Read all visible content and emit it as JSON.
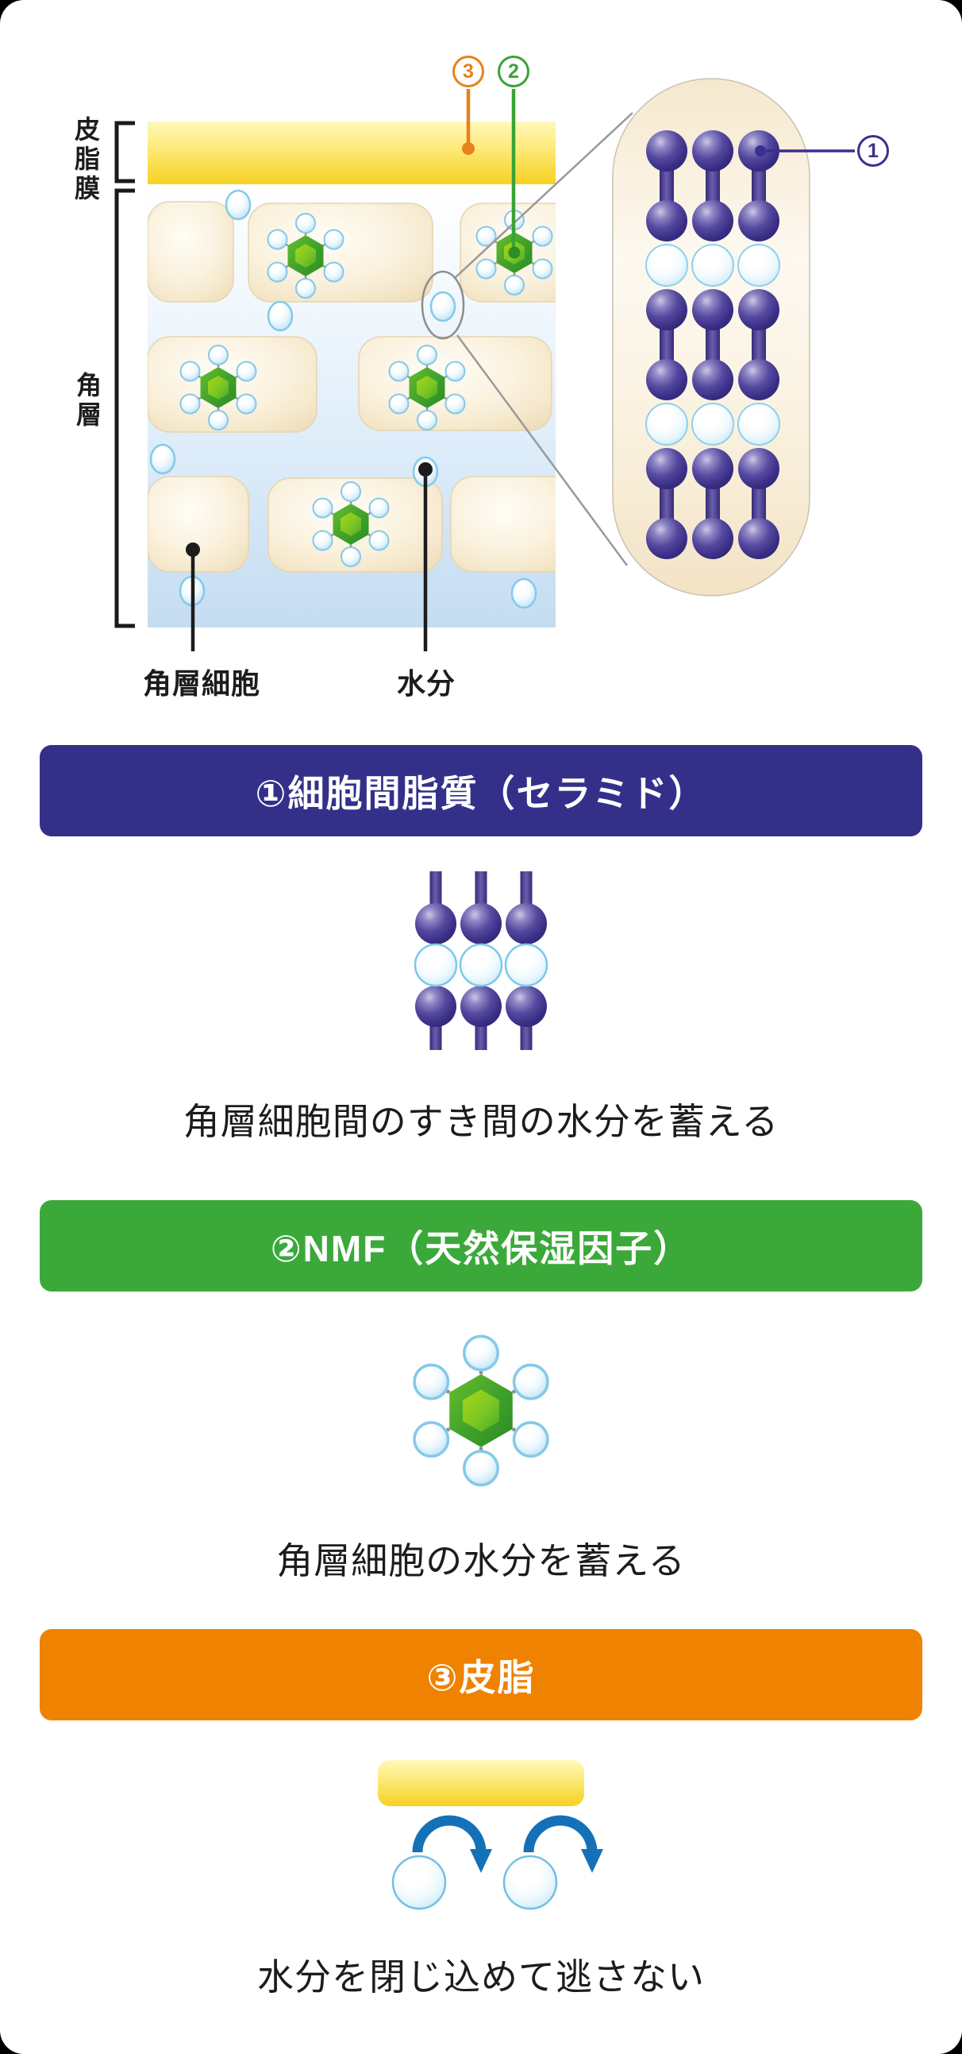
{
  "diagram": {
    "labels": {
      "sebum_film": "皮脂膜",
      "stratum_corneum": "角層",
      "corneocyte": "角層細胞",
      "moisture": "水分"
    },
    "callouts": {
      "c1": "1",
      "c2": "2",
      "c3": "3"
    }
  },
  "sections": [
    {
      "banner": "①細胞間脂質（セラミド）",
      "description": "角層細胞間のすき間の水分を蓄える"
    },
    {
      "banner": "②NMF（天然保湿因子）",
      "description": "角層細胞の水分を蓄える"
    },
    {
      "banner": "③皮脂",
      "description": "水分を閉じ込めて逃さない"
    }
  ],
  "colors": {
    "ceramide_banner": "#34308a",
    "nmf_banner": "#3ba93a",
    "sebum_banner": "#ef8200",
    "callout_1": "#3b2f8f",
    "callout_2": "#3aa335",
    "callout_3": "#e8811c",
    "sebum_yellow": "#f8d93e",
    "water_blue": "#aadcf2",
    "arrow_blue": "#1471b8"
  }
}
